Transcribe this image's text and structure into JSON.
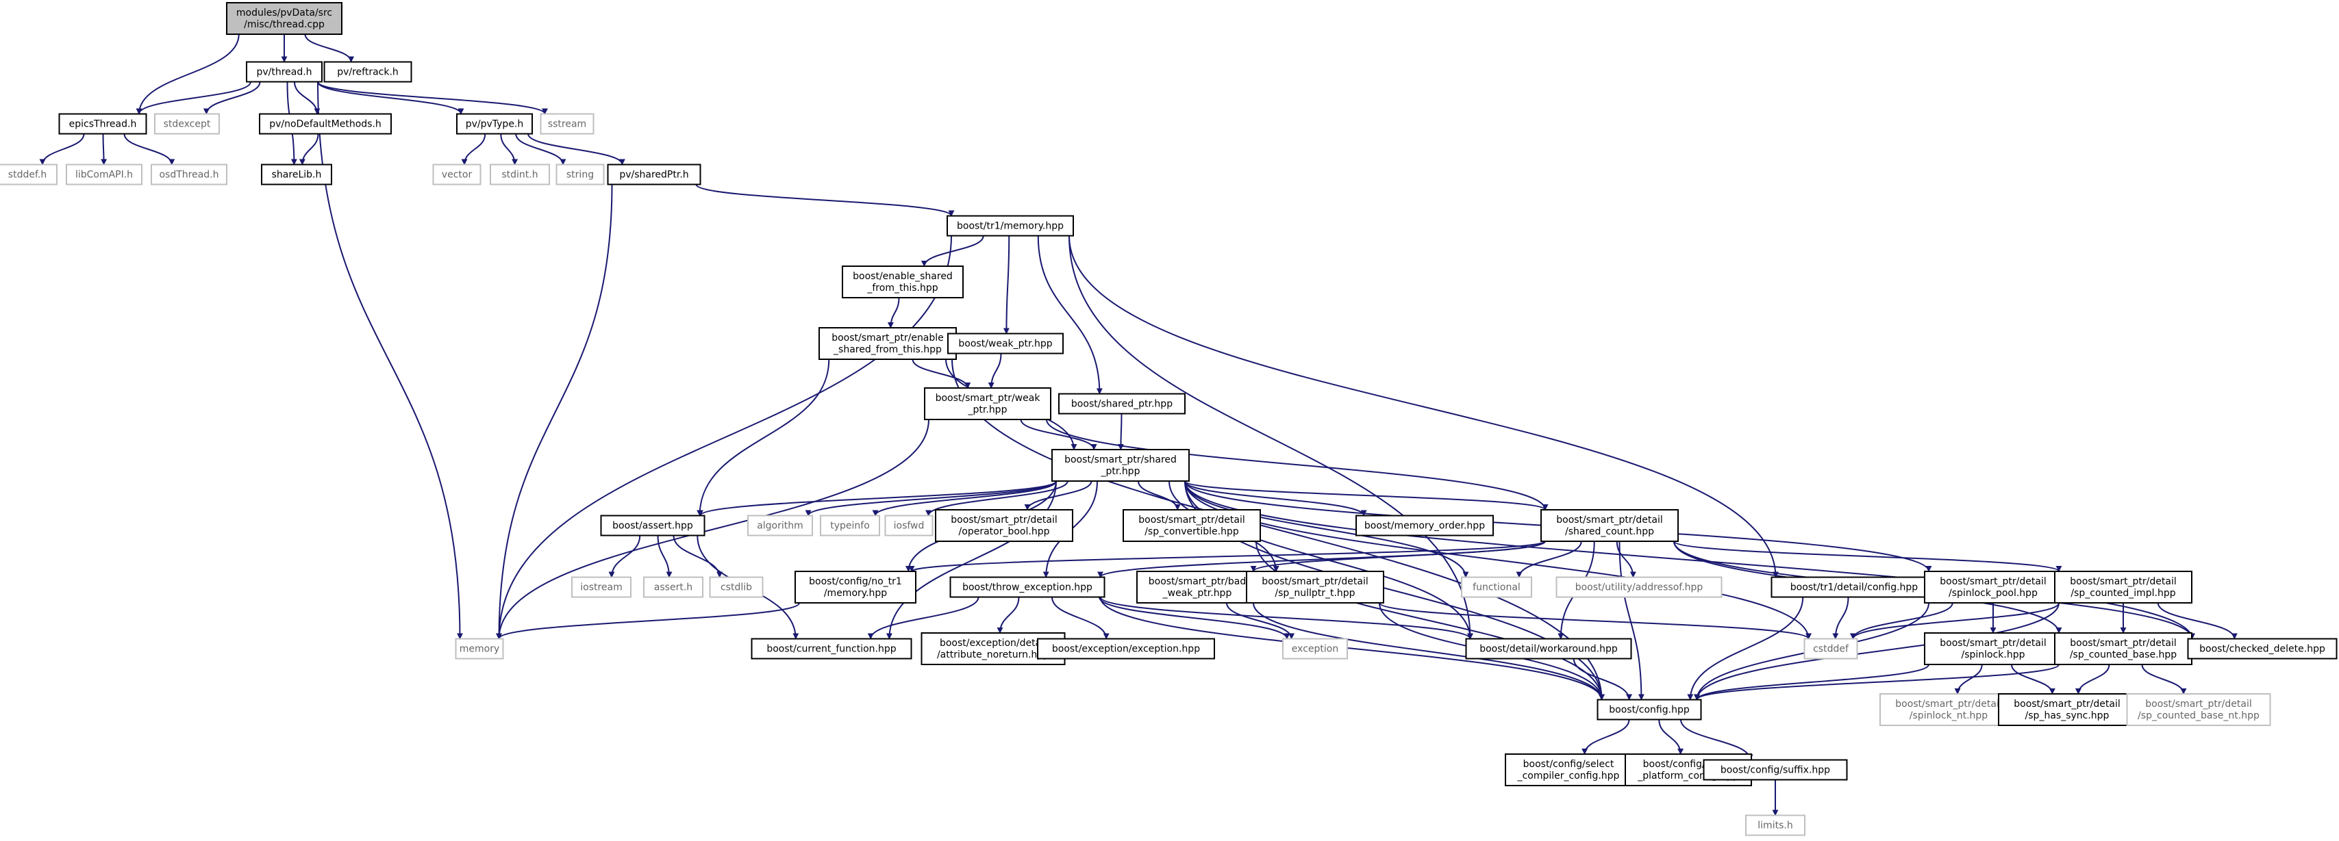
{
  "graph_title": "",
  "colors": {
    "edge": "#191970",
    "root_fill": "#bfbfbf",
    "node_fill": "#ffffff",
    "node_border": "#000000",
    "external_border": "#bfbfbf",
    "text": "#000000",
    "external_text": "#666666"
  },
  "nodes": [
    {
      "id": "n0",
      "kind": "root",
      "lines": [
        "modules/pvData/src",
        "/misc/thread.cpp"
      ]
    },
    {
      "id": "n1",
      "kind": "file",
      "lines": [
        "pv/thread.h"
      ]
    },
    {
      "id": "n2",
      "kind": "file",
      "lines": [
        "pv/reftrack.h"
      ]
    },
    {
      "id": "n3",
      "kind": "file",
      "lines": [
        "epicsThread.h"
      ]
    },
    {
      "id": "n4",
      "kind": "external",
      "lines": [
        "stdexcept"
      ]
    },
    {
      "id": "n5",
      "kind": "file",
      "lines": [
        "pv/noDefaultMethods.h"
      ]
    },
    {
      "id": "n6",
      "kind": "file",
      "lines": [
        "pv/pvType.h"
      ]
    },
    {
      "id": "n7",
      "kind": "external",
      "lines": [
        "sstream"
      ]
    },
    {
      "id": "n8",
      "kind": "external",
      "lines": [
        "stddef.h"
      ]
    },
    {
      "id": "n9",
      "kind": "external",
      "lines": [
        "libComAPI.h"
      ]
    },
    {
      "id": "n10",
      "kind": "external",
      "lines": [
        "osdThread.h"
      ]
    },
    {
      "id": "n11",
      "kind": "file",
      "lines": [
        "shareLib.h"
      ]
    },
    {
      "id": "n12",
      "kind": "external",
      "lines": [
        "vector"
      ]
    },
    {
      "id": "n13",
      "kind": "external",
      "lines": [
        "stdint.h"
      ]
    },
    {
      "id": "n14",
      "kind": "external",
      "lines": [
        "string"
      ]
    },
    {
      "id": "n15",
      "kind": "file",
      "lines": [
        "pv/sharedPtr.h"
      ]
    },
    {
      "id": "n16",
      "kind": "file",
      "lines": [
        "boost/tr1/memory.hpp"
      ]
    },
    {
      "id": "n17",
      "kind": "file",
      "lines": [
        "boost/enable_shared",
        "_from_this.hpp"
      ]
    },
    {
      "id": "n18",
      "kind": "file",
      "lines": [
        "boost/smart_ptr/enable",
        "_shared_from_this.hpp"
      ]
    },
    {
      "id": "n19",
      "kind": "file",
      "lines": [
        "boost/weak_ptr.hpp"
      ]
    },
    {
      "id": "n20",
      "kind": "file",
      "lines": [
        "boost/shared_ptr.hpp"
      ]
    },
    {
      "id": "n21",
      "kind": "file",
      "lines": [
        "boost/smart_ptr/weak",
        "_ptr.hpp"
      ]
    },
    {
      "id": "n22",
      "kind": "file",
      "lines": [
        "boost/smart_ptr/shared",
        "_ptr.hpp"
      ]
    },
    {
      "id": "n23",
      "kind": "file",
      "lines": [
        "boost/assert.hpp"
      ]
    },
    {
      "id": "n24",
      "kind": "external",
      "lines": [
        "algorithm"
      ]
    },
    {
      "id": "n25",
      "kind": "external",
      "lines": [
        "typeinfo"
      ]
    },
    {
      "id": "n26",
      "kind": "external",
      "lines": [
        "iosfwd"
      ]
    },
    {
      "id": "n27",
      "kind": "file",
      "lines": [
        "boost/smart_ptr/detail",
        "/operator_bool.hpp"
      ]
    },
    {
      "id": "n28",
      "kind": "file",
      "lines": [
        "boost/smart_ptr/detail",
        "/sp_convertible.hpp"
      ]
    },
    {
      "id": "n29",
      "kind": "file",
      "lines": [
        "boost/memory_order.hpp"
      ]
    },
    {
      "id": "n30",
      "kind": "file",
      "lines": [
        "boost/smart_ptr/detail",
        "/shared_count.hpp"
      ]
    },
    {
      "id": "n31",
      "kind": "external",
      "lines": [
        "iostream"
      ]
    },
    {
      "id": "n32",
      "kind": "external",
      "lines": [
        "assert.h"
      ]
    },
    {
      "id": "n33",
      "kind": "external",
      "lines": [
        "cstdlib"
      ]
    },
    {
      "id": "n34",
      "kind": "file",
      "lines": [
        "boost/config/no_tr1",
        "/memory.hpp"
      ]
    },
    {
      "id": "n35",
      "kind": "file",
      "lines": [
        "boost/throw_exception.hpp"
      ]
    },
    {
      "id": "n36",
      "kind": "file",
      "lines": [
        "boost/smart_ptr/bad",
        "_weak_ptr.hpp"
      ]
    },
    {
      "id": "n37",
      "kind": "file",
      "lines": [
        "boost/smart_ptr/detail",
        "/sp_nullptr_t.hpp"
      ]
    },
    {
      "id": "n38",
      "kind": "external",
      "lines": [
        "functional"
      ]
    },
    {
      "id": "n39",
      "kind": "external",
      "lines": [
        "boost/utility/addressof.hpp"
      ]
    },
    {
      "id": "n40",
      "kind": "file",
      "lines": [
        "boost/tr1/detail/config.hpp"
      ]
    },
    {
      "id": "n41",
      "kind": "file",
      "lines": [
        "boost/smart_ptr/detail",
        "/spinlock_pool.hpp"
      ]
    },
    {
      "id": "n42",
      "kind": "file",
      "lines": [
        "boost/smart_ptr/detail",
        "/sp_counted_impl.hpp"
      ]
    },
    {
      "id": "n43",
      "kind": "external",
      "lines": [
        "memory"
      ]
    },
    {
      "id": "n44",
      "kind": "file",
      "lines": [
        "boost/current_function.hpp"
      ]
    },
    {
      "id": "n45",
      "kind": "file",
      "lines": [
        "boost/exception/detail",
        "/attribute_noreturn.hpp"
      ]
    },
    {
      "id": "n46",
      "kind": "file",
      "lines": [
        "boost/exception/exception.hpp"
      ]
    },
    {
      "id": "n47",
      "kind": "external",
      "lines": [
        "exception"
      ]
    },
    {
      "id": "n48",
      "kind": "file",
      "lines": [
        "boost/detail/workaround.hpp"
      ]
    },
    {
      "id": "n49",
      "kind": "external",
      "lines": [
        "cstddef"
      ]
    },
    {
      "id": "n50",
      "kind": "file",
      "lines": [
        "boost/smart_ptr/detail",
        "/spinlock.hpp"
      ]
    },
    {
      "id": "n51",
      "kind": "file",
      "lines": [
        "boost/smart_ptr/detail",
        "/sp_counted_base.hpp"
      ]
    },
    {
      "id": "n52",
      "kind": "file",
      "lines": [
        "boost/checked_delete.hpp"
      ]
    },
    {
      "id": "n53",
      "kind": "file",
      "lines": [
        "boost/config.hpp"
      ]
    },
    {
      "id": "n54",
      "kind": "external",
      "lines": [
        "boost/smart_ptr/detail",
        "/spinlock_nt.hpp"
      ]
    },
    {
      "id": "n55",
      "kind": "file",
      "lines": [
        "boost/smart_ptr/detail",
        "/sp_has_sync.hpp"
      ]
    },
    {
      "id": "n56",
      "kind": "external",
      "lines": [
        "boost/smart_ptr/detail",
        "/sp_counted_base_nt.hpp"
      ]
    },
    {
      "id": "n57",
      "kind": "file",
      "lines": [
        "boost/config/select",
        "_compiler_config.hpp"
      ]
    },
    {
      "id": "n58",
      "kind": "file",
      "lines": [
        "boost/config/select",
        "_platform_config.hpp"
      ]
    },
    {
      "id": "n59",
      "kind": "file",
      "lines": [
        "boost/config/suffix.hpp"
      ]
    },
    {
      "id": "n60",
      "kind": "external",
      "lines": [
        "limits.h"
      ]
    }
  ],
  "edges": [
    [
      "n0",
      "n1"
    ],
    [
      "n0",
      "n2"
    ],
    [
      "n0",
      "n3"
    ],
    [
      "n1",
      "n3"
    ],
    [
      "n1",
      "n4"
    ],
    [
      "n1",
      "n5"
    ],
    [
      "n1",
      "n6"
    ],
    [
      "n1",
      "n7"
    ],
    [
      "n1",
      "n11"
    ],
    [
      "n1",
      "n43"
    ],
    [
      "n3",
      "n8"
    ],
    [
      "n3",
      "n9"
    ],
    [
      "n3",
      "n10"
    ],
    [
      "n5",
      "n11"
    ],
    [
      "n6",
      "n12"
    ],
    [
      "n6",
      "n13"
    ],
    [
      "n6",
      "n14"
    ],
    [
      "n6",
      "n15"
    ],
    [
      "n15",
      "n16"
    ],
    [
      "n15",
      "n43"
    ],
    [
      "n16",
      "n43"
    ],
    [
      "n16",
      "n17"
    ],
    [
      "n16",
      "n19"
    ],
    [
      "n16",
      "n20"
    ],
    [
      "n16",
      "n48"
    ],
    [
      "n16",
      "n40"
    ],
    [
      "n17",
      "n18"
    ],
    [
      "n18",
      "n23"
    ],
    [
      "n18",
      "n21"
    ],
    [
      "n18",
      "n22"
    ],
    [
      "n18",
      "n53"
    ],
    [
      "n19",
      "n21"
    ],
    [
      "n20",
      "n22"
    ],
    [
      "n21",
      "n22"
    ],
    [
      "n21",
      "n43"
    ],
    [
      "n21",
      "n30"
    ],
    [
      "n22",
      "n23"
    ],
    [
      "n22",
      "n24"
    ],
    [
      "n22",
      "n25"
    ],
    [
      "n22",
      "n26"
    ],
    [
      "n22",
      "n27"
    ],
    [
      "n22",
      "n28"
    ],
    [
      "n22",
      "n29"
    ],
    [
      "n22",
      "n30"
    ],
    [
      "n22",
      "n34"
    ],
    [
      "n22",
      "n35"
    ],
    [
      "n22",
      "n37"
    ],
    [
      "n22",
      "n38"
    ],
    [
      "n22",
      "n41"
    ],
    [
      "n22",
      "n48"
    ],
    [
      "n22",
      "n53"
    ],
    [
      "n22",
      "n52"
    ],
    [
      "n22",
      "n49"
    ],
    [
      "n22",
      "n44"
    ],
    [
      "n23",
      "n31"
    ],
    [
      "n23",
      "n32"
    ],
    [
      "n23",
      "n33"
    ],
    [
      "n23",
      "n44"
    ],
    [
      "n28",
      "n53"
    ],
    [
      "n30",
      "n34"
    ],
    [
      "n30",
      "n35"
    ],
    [
      "n30",
      "n36"
    ],
    [
      "n30",
      "n38"
    ],
    [
      "n30",
      "n39"
    ],
    [
      "n30",
      "n42"
    ],
    [
      "n30",
      "n51"
    ],
    [
      "n30",
      "n52"
    ],
    [
      "n30",
      "n48"
    ],
    [
      "n30",
      "n53"
    ],
    [
      "n34",
      "n43"
    ],
    [
      "n35",
      "n44"
    ],
    [
      "n35",
      "n45"
    ],
    [
      "n35",
      "n46"
    ],
    [
      "n35",
      "n47"
    ],
    [
      "n35",
      "n48"
    ],
    [
      "n35",
      "n53"
    ],
    [
      "n36",
      "n47"
    ],
    [
      "n36",
      "n53"
    ],
    [
      "n37",
      "n49"
    ],
    [
      "n37",
      "n53"
    ],
    [
      "n40",
      "n49"
    ],
    [
      "n40",
      "n53"
    ],
    [
      "n41",
      "n50"
    ],
    [
      "n41",
      "n53"
    ],
    [
      "n41",
      "n49"
    ],
    [
      "n42",
      "n52"
    ],
    [
      "n42",
      "n49"
    ],
    [
      "n42",
      "n53"
    ],
    [
      "n42",
      "n51"
    ],
    [
      "n48",
      "n53"
    ],
    [
      "n50",
      "n54"
    ],
    [
      "n50",
      "n55"
    ],
    [
      "n50",
      "n53"
    ],
    [
      "n51",
      "n55"
    ],
    [
      "n51",
      "n56"
    ],
    [
      "n51",
      "n53"
    ],
    [
      "n53",
      "n57"
    ],
    [
      "n53",
      "n58"
    ],
    [
      "n53",
      "n59"
    ],
    [
      "n59",
      "n60"
    ]
  ]
}
